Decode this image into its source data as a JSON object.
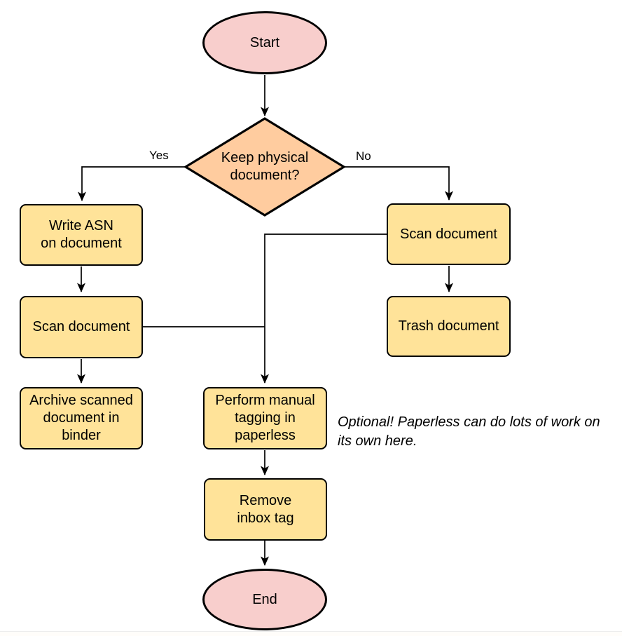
{
  "diagram": {
    "nodes": {
      "start": "Start",
      "decision": "Keep physical\ndocument?",
      "write_asn": "Write ASN\non document",
      "scan_keep": "Scan document",
      "archive": "Archive scanned\ndocument in\nbinder",
      "scan_discard": "Scan document",
      "trash": "Trash document",
      "tagging": "Perform manual\ntagging in\npaperless",
      "remove_inbox": "Remove\ninbox tag",
      "end": "End"
    },
    "edge_labels": {
      "yes": "Yes",
      "no": "No"
    },
    "note": "Optional! Paperless can do lots of work on\nits own here.",
    "colors": {
      "terminal_fill": "#f8cecc",
      "decision_fill": "#ffcc9f",
      "process_fill": "#ffe399",
      "stroke": "#000000",
      "page_edge": "#ededed"
    }
  }
}
